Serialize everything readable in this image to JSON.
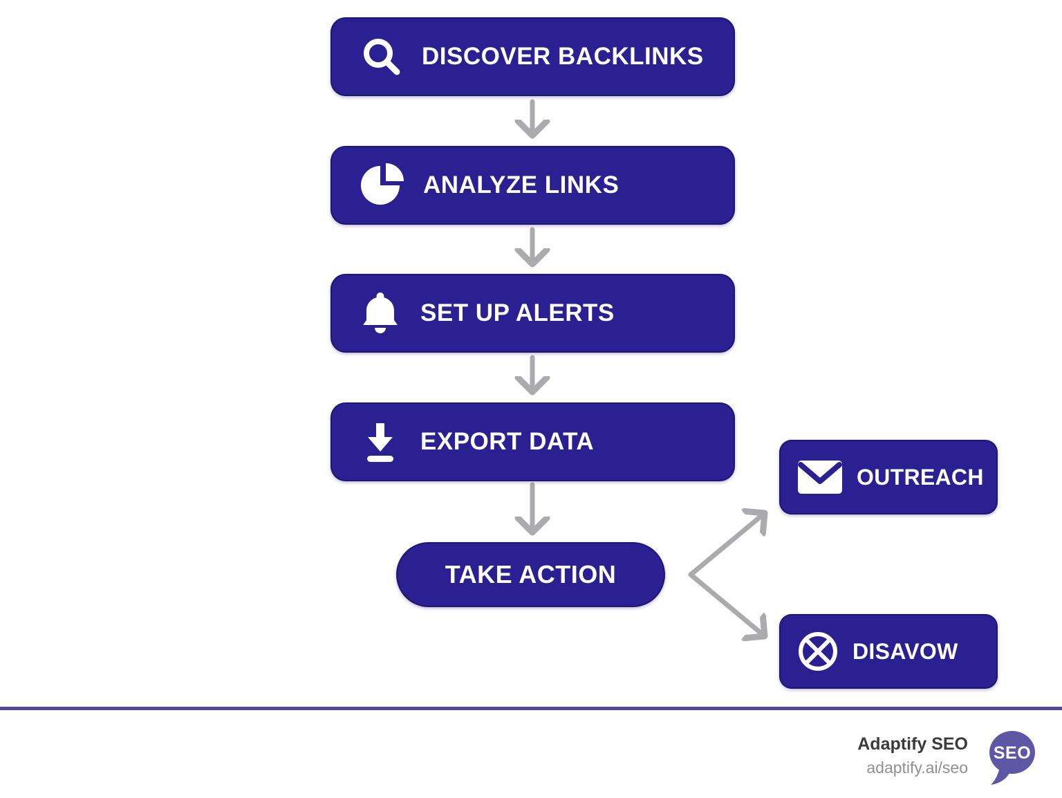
{
  "theme": {
    "background": "#ffffff",
    "box_bg": "#2a2092",
    "box_text": "#ffffff",
    "arrow": "#ababaf",
    "divider": "#5049a0",
    "logo_bg": "#5e57a6",
    "logo_text_color": "#ffffff",
    "footer_title_color": "#3b3b3b",
    "footer_url_color": "#8f8f8f"
  },
  "flow": {
    "steps": [
      {
        "label": "DISCOVER BACKLINKS",
        "icon": "search-icon"
      },
      {
        "label": "ANALYZE LINKS",
        "icon": "pie-chart-icon"
      },
      {
        "label": "SET UP ALERTS",
        "icon": "bell-icon"
      },
      {
        "label": "EXPORT DATA",
        "icon": "download-icon"
      }
    ],
    "action": {
      "label": "TAKE ACTION"
    },
    "branches": [
      {
        "label": "OUTREACH",
        "icon": "envelope-icon"
      },
      {
        "label": "DISAVOW",
        "icon": "crossed-circle-icon"
      }
    ]
  },
  "footer": {
    "brand": "Adaptify SEO",
    "url": "adaptify.ai/seo",
    "logo_text": "SEO"
  }
}
